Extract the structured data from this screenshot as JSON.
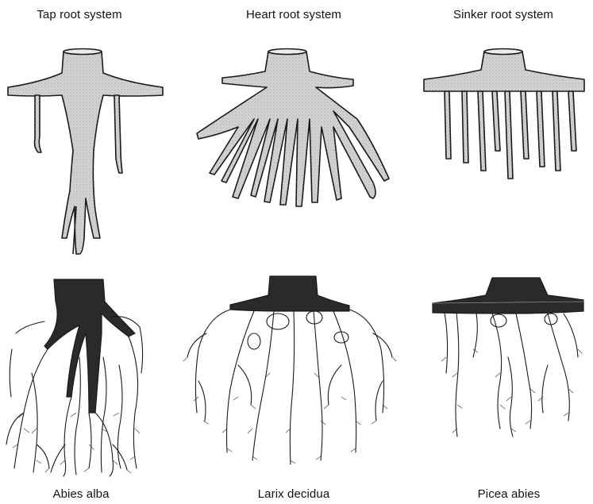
{
  "titles": {
    "tap": "Tap root system",
    "heart": "Heart root system",
    "sinker": "Sinker root system"
  },
  "species": {
    "abies": "Abies alba",
    "larix": "Larix decidua",
    "picea": "Picea abies"
  },
  "colors": {
    "ink": "#1a1a1a",
    "fill": "#cfcfcf",
    "background": "#ffffff"
  }
}
